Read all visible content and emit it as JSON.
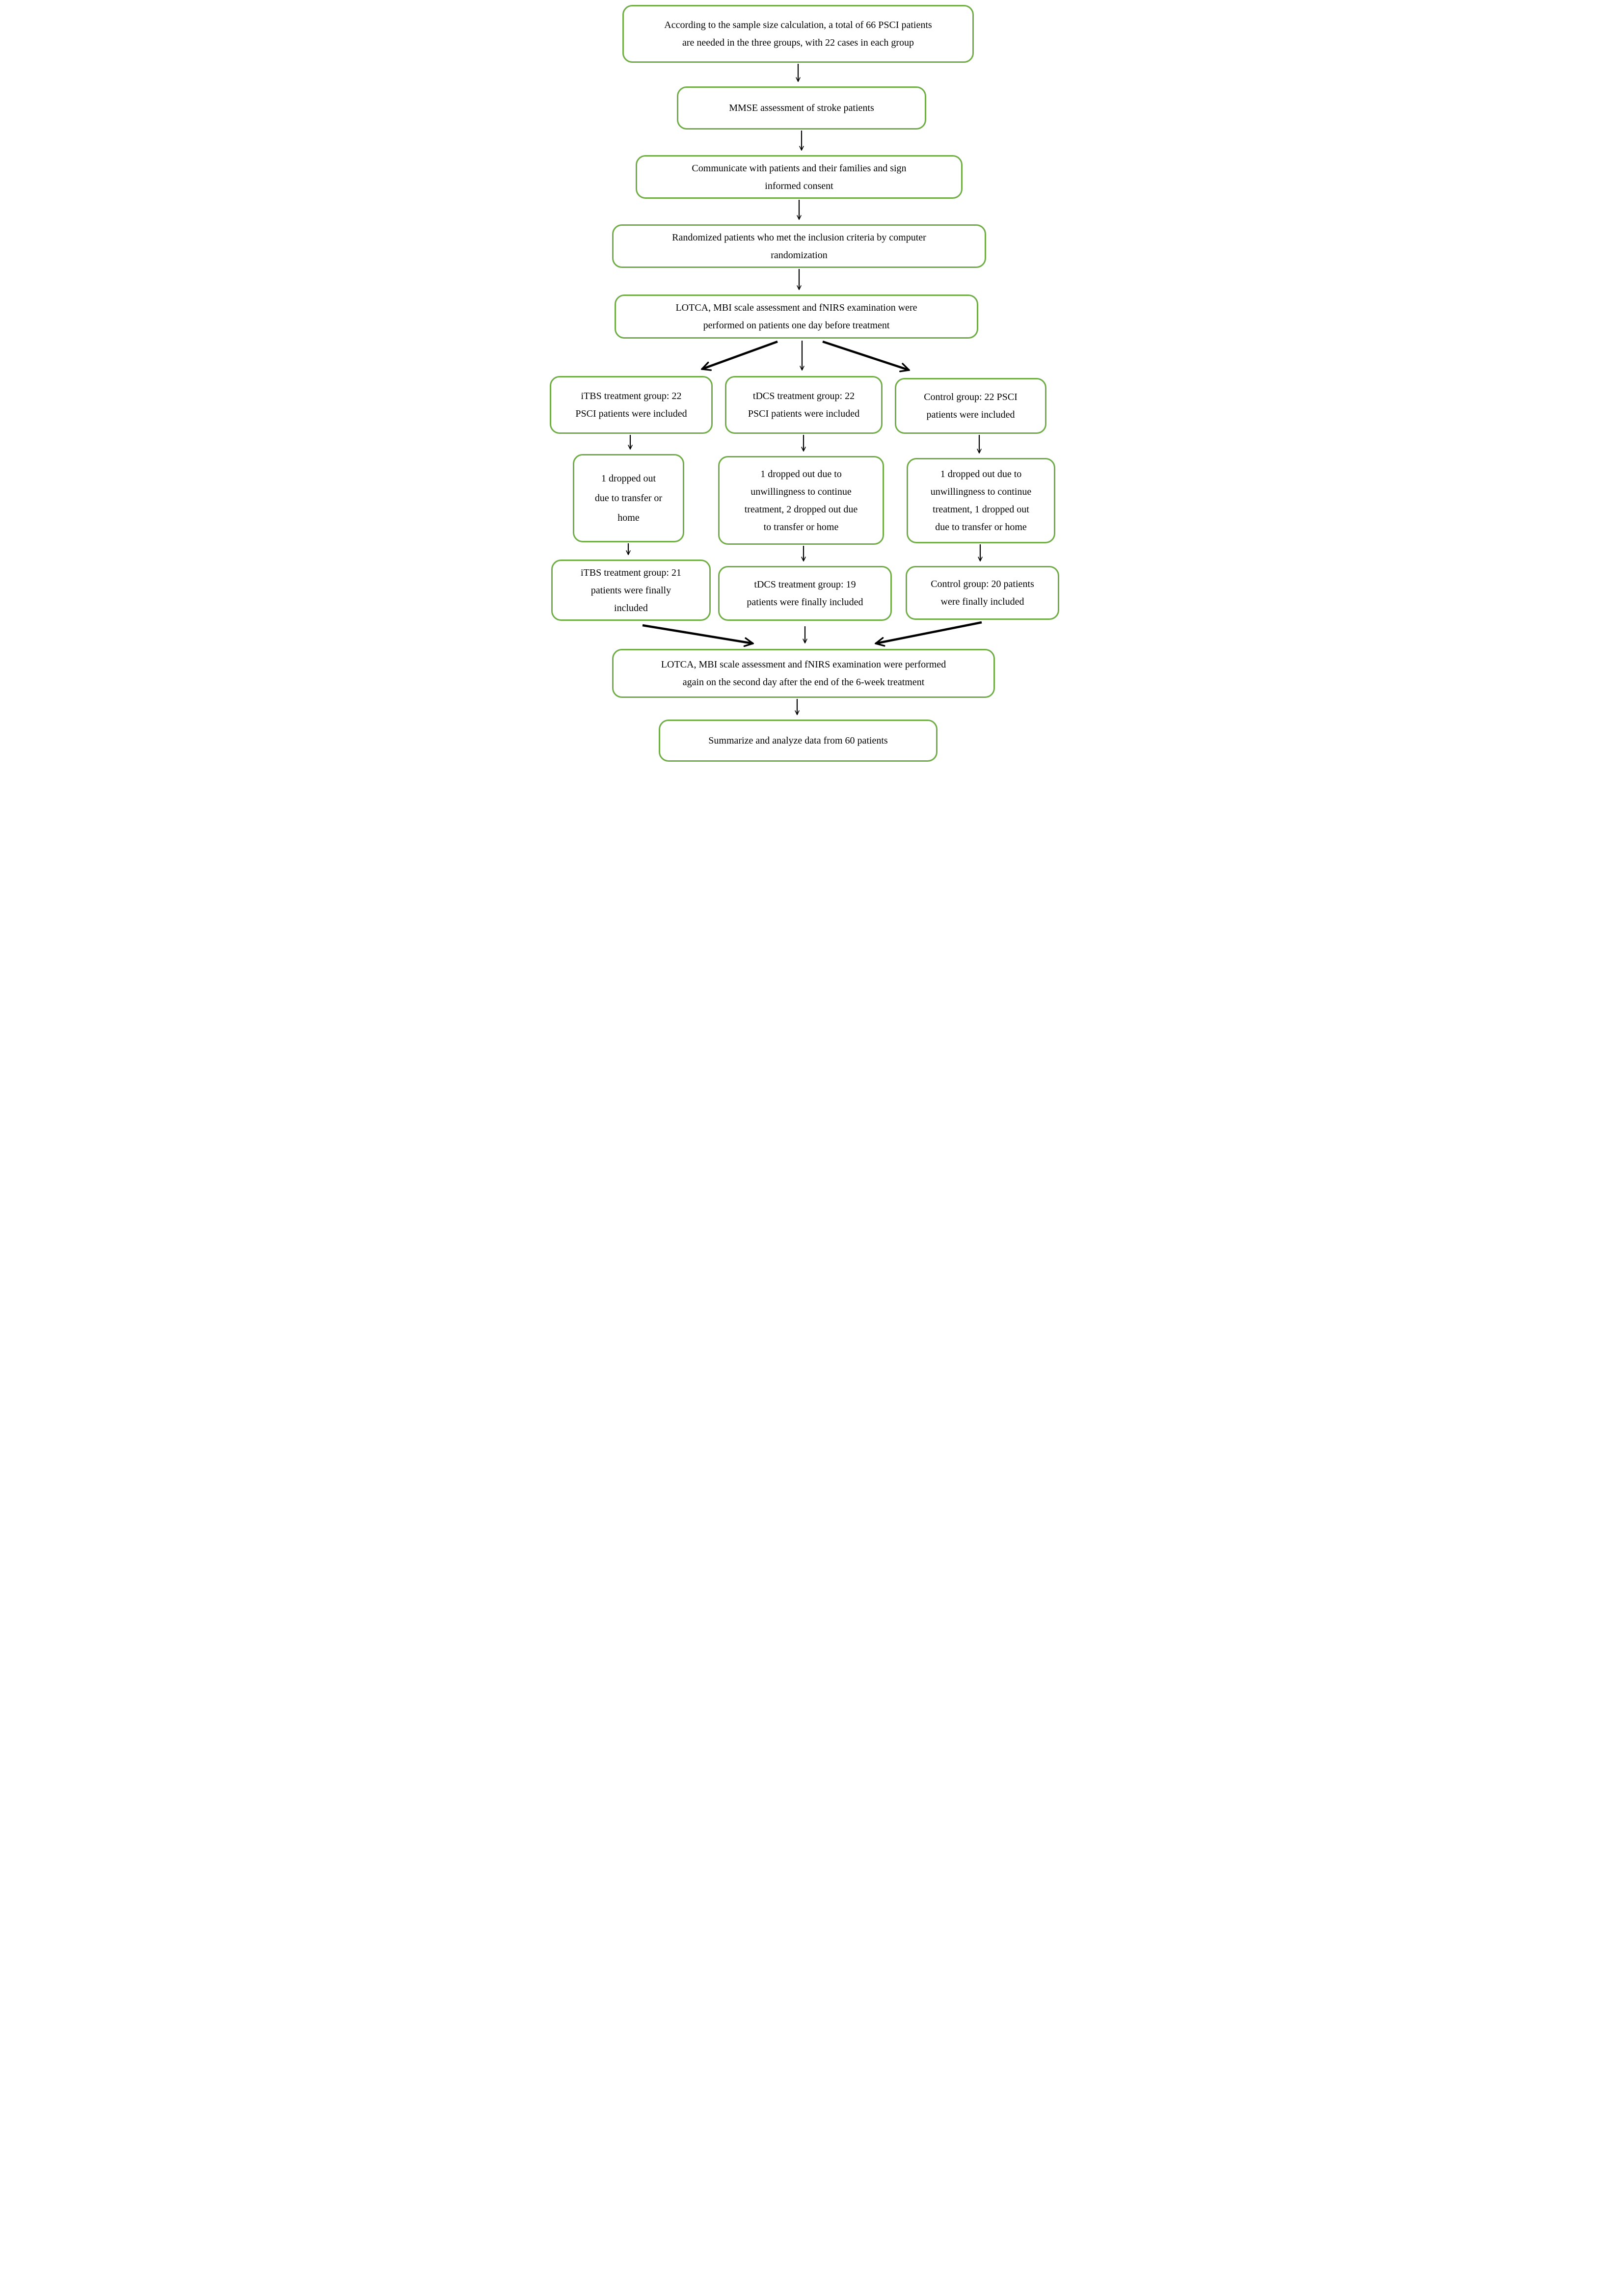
{
  "colors": {
    "box_border": "#70AD47",
    "arrow": "#000000",
    "text": "#000000",
    "background": "#ffffff"
  },
  "nodes": {
    "sample_size": [
      "According to the sample size calculation, a total of 66 PSCI patients",
      "are needed in the three groups, with 22 cases in each group"
    ],
    "mmse": [
      "MMSE assessment of stroke patients"
    ],
    "consent": [
      "Communicate with patients and their families and sign",
      "informed consent"
    ],
    "randomized": [
      "Randomized patients who met the inclusion criteria by computer",
      "randomization"
    ],
    "baseline_assessment": [
      "LOTCA, MBI scale assessment and fNIRS examination were",
      "performed on patients one day before treatment"
    ],
    "itbs_group": [
      "iTBS treatment group: 22",
      "PSCI patients were included"
    ],
    "tdcs_group": [
      "tDCS treatment group: 22",
      "PSCI patients were included"
    ],
    "control_group": [
      "Control group: 22 PSCI",
      "patients were included"
    ],
    "itbs_dropout": [
      "1 dropped out",
      "due to transfer or",
      "home"
    ],
    "tdcs_dropout": [
      "1 dropped out due to",
      "unwillingness to continue",
      "treatment, 2 dropped out due",
      "to transfer or home"
    ],
    "control_dropout": [
      "1 dropped out due to",
      "unwillingness to continue",
      "treatment, 1 dropped out",
      "due to transfer or home"
    ],
    "itbs_final": [
      "iTBS treatment group: 21",
      "patients were finally",
      "included"
    ],
    "tdcs_final": [
      "tDCS treatment group: 19",
      "patients were finally included"
    ],
    "control_final": [
      "Control group: 20 patients",
      "were finally included"
    ],
    "post_assessment": [
      "LOTCA, MBI scale assessment and fNIRS examination were performed",
      "again on the second day after the end of the 6-week treatment"
    ],
    "summarize": [
      "Summarize and analyze data from 60 patients"
    ]
  }
}
